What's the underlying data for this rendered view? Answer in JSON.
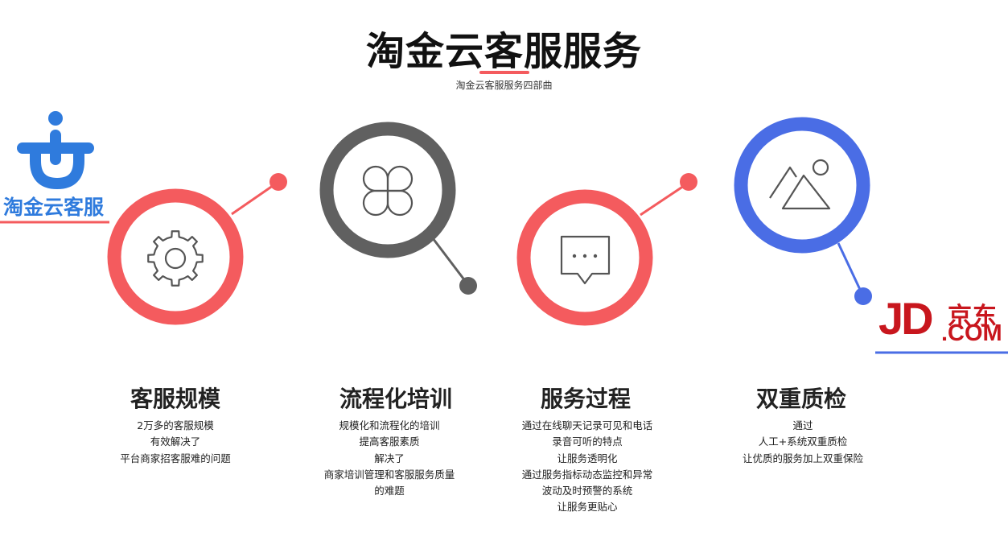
{
  "header": {
    "title": "淘金云客服服务",
    "subtitle": "淘金云客服服务四部曲"
  },
  "logos": {
    "taojin_text": "淘金云客服",
    "jd_letters": "JD",
    "jd_chinese": "京东",
    "jd_com": ".COM"
  },
  "colors": {
    "red": "#f45b5e",
    "gray": "#606060",
    "blue": "#4a6de5",
    "taojin_blue": "#2f7bdd",
    "jd_red": "#c8161d",
    "icon_stroke": "#555555"
  },
  "cards": [
    {
      "title": "客服规模",
      "icon": "gear-icon",
      "lines": [
        "2万多的客服规模",
        "有效解决了",
        "平台商家招客服难的问题"
      ]
    },
    {
      "title": "流程化培训",
      "icon": "clover-icon",
      "lines": [
        "规模化和流程化的培训",
        "提高客服素质",
        "解决了",
        "商家培训管理和客服服务质量",
        "的难题"
      ]
    },
    {
      "title": "服务过程",
      "icon": "chat-bubble-icon",
      "lines": [
        "通过在线聊天记录可见和电话",
        "录音可听的特点",
        "让服务透明化",
        "通过服务指标动态监控和异常",
        "波动及时预警的系统",
        "让服务更贴心"
      ]
    },
    {
      "title": "双重质检",
      "icon": "image-icon",
      "lines": [
        "通过",
        "人工+系统双重质检",
        "让优质的服务加上双重保险"
      ]
    }
  ]
}
